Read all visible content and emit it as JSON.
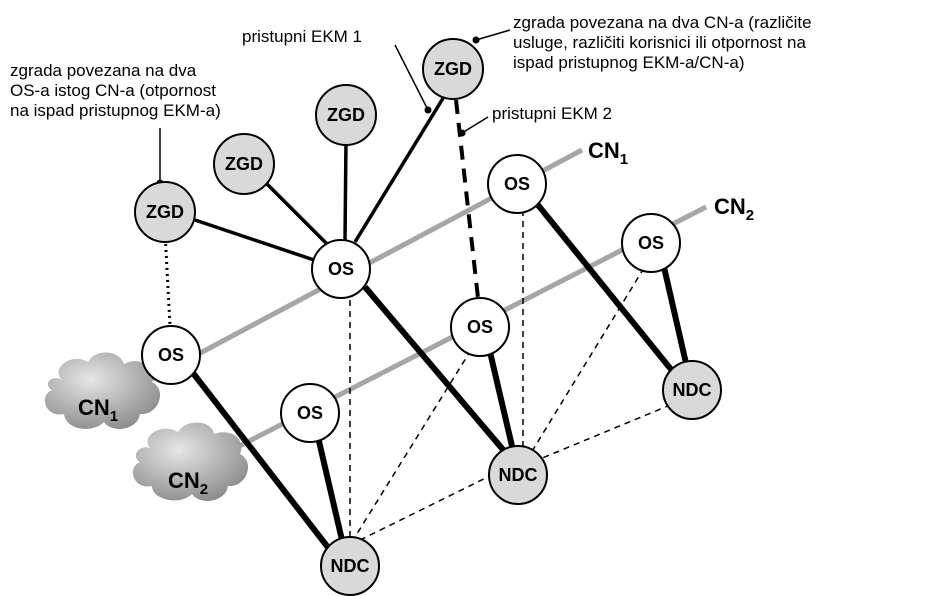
{
  "nodes": {
    "zgd": "ZGD",
    "os": "OS",
    "ndc": "NDC"
  },
  "networks": {
    "cn1": {
      "base": "CN",
      "sub": "1"
    },
    "cn2": {
      "base": "CN",
      "sub": "2"
    }
  },
  "annotations": {
    "dual_os": [
      "zgrada povezana na dva",
      "OS-a istog CN-a (otpornost",
      "na ispad pristupnog EKM-a)"
    ],
    "access_ekm_1": "pristupni EKM 1",
    "access_ekm_2": "pristupni EKM 2",
    "dual_cn": [
      "zgrada povezana na dva CN-a (različite",
      "usluge, različiti korisnici ili otpornost na",
      "ispad pristupnog EKM-a/CN-a)"
    ]
  },
  "colors": {
    "zgd_fill": "#d9d9d9",
    "os_fill": "#ffffff",
    "ndc_fill": "#d9d9d9",
    "cn_line": "#a6a6a6",
    "cloud_fill": "#b8b8b8",
    "stroke": "#000000"
  }
}
